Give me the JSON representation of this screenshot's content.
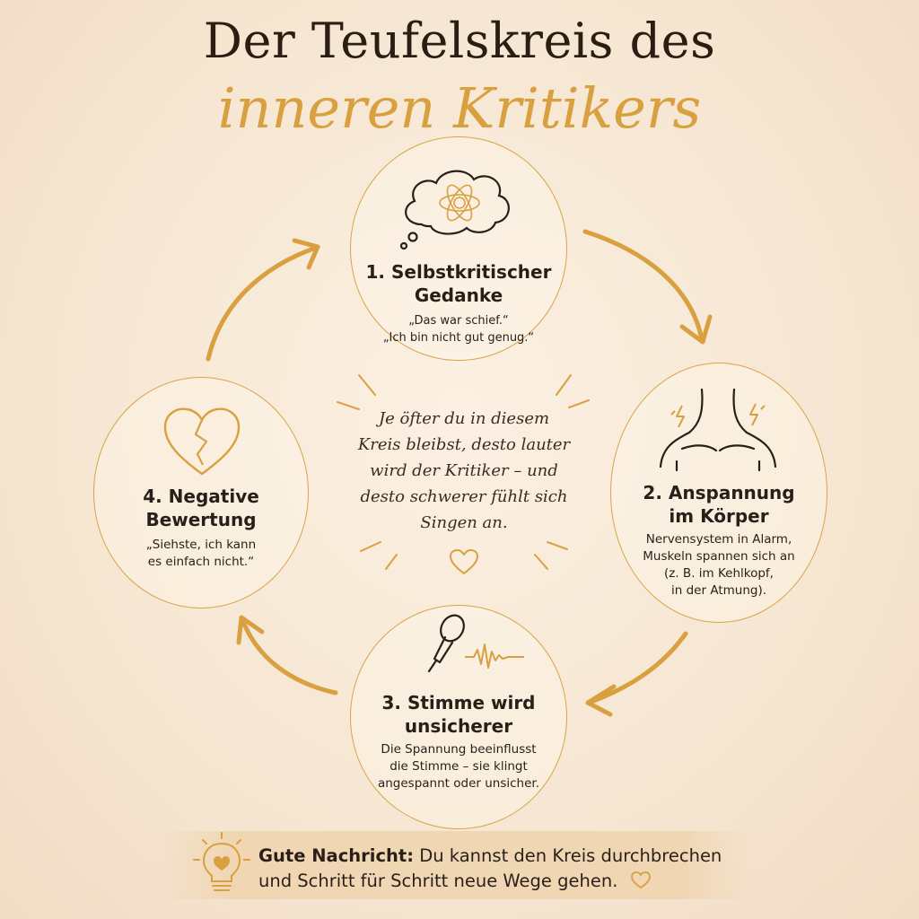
{
  "title": {
    "line1": "Der Teufelskreis des",
    "line2": "inneren Kritikers"
  },
  "steps": [
    {
      "title_line1": "1. Selbstkritischer",
      "title_line2": "Gedanke",
      "text_line1": "„Das war schief.“",
      "text_line2": "„Ich bin nicht gut genug.“",
      "icon": "thought-cloud-icon"
    },
    {
      "title_line1": "2. Anspannung",
      "title_line2": "im Körper",
      "text_line1": "Nervensystem in Alarm,",
      "text_line2": "Muskeln spannen sich an",
      "text_line3": "(z. B. im Kehlkopf,",
      "text_line4": "in der Atmung).",
      "icon": "tense-shoulders-icon"
    },
    {
      "title_line1": "3. Stimme wird",
      "title_line2": "unsicherer",
      "text_line1": "Die Spannung beeinflusst",
      "text_line2": "die Stimme – sie klingt",
      "text_line3": "angespannt oder unsicher.",
      "icon": "microphone-icon"
    },
    {
      "title_line1": "4. Negative",
      "title_line2": "Bewertung",
      "text_line1": "„Siehste, ich kann",
      "text_line2": "es einfach nicht.“",
      "icon": "broken-heart-icon"
    }
  ],
  "center": {
    "line1": "Je öfter du in diesem",
    "line2": "Kreis bleibst, desto lauter",
    "line3": "wird der Kritiker – und",
    "line4": "desto schwerer fühlt sich",
    "line5": "Singen an."
  },
  "banner": {
    "label": "Gute Nachricht:",
    "text_line1": " Du kannst den Kreis durchbrechen",
    "text_line2": "und Schritt für Schritt neue Wege gehen.",
    "icon": "lightbulb-heart-icon"
  },
  "colors": {
    "accent": "#d9a040",
    "text": "#2a1f18",
    "background": "#f7e8d6"
  }
}
